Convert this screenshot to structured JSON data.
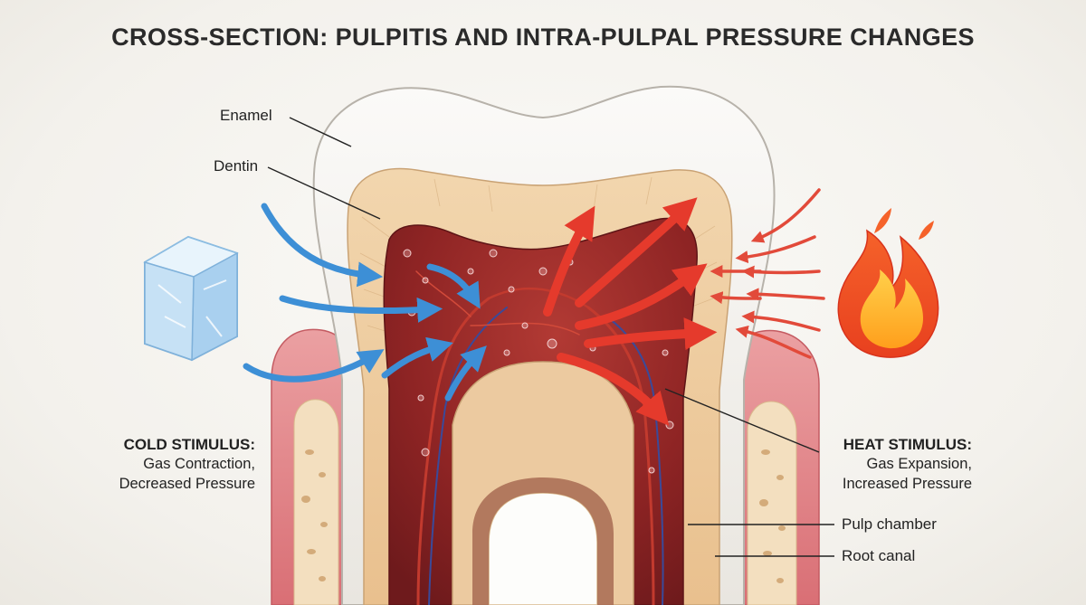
{
  "title": "CROSS-SECTION: PULPITIS AND INTRA-PULPAL PRESSURE CHANGES",
  "labels": {
    "enamel": "Enamel",
    "dentin": "Dentin",
    "pulp_chamber": "Pulp chamber",
    "root_canal": "Root canal"
  },
  "cold_stimulus": {
    "heading": "COLD STIMULUS:",
    "line1": "Gas Contraction,",
    "line2": "Decreased Pressure"
  },
  "heat_stimulus": {
    "heading": "HEAT STIMULUS:",
    "line1": "Gas Expansion,",
    "line2": "Increased Pressure"
  },
  "colors": {
    "enamel": "#f4f2ee",
    "dentin": "#f0cfa4",
    "pulp": "#8e2424",
    "gum": "#e6868a",
    "bone": "#f3dfbf",
    "cold_arrow": "#3d8fd6",
    "heat_arrow": "#e53a2c",
    "flame": "#f47a1f",
    "ice": "#cfe6f7"
  },
  "icons": {
    "cold": "ice-cube-icon",
    "heat": "flame-icon"
  }
}
